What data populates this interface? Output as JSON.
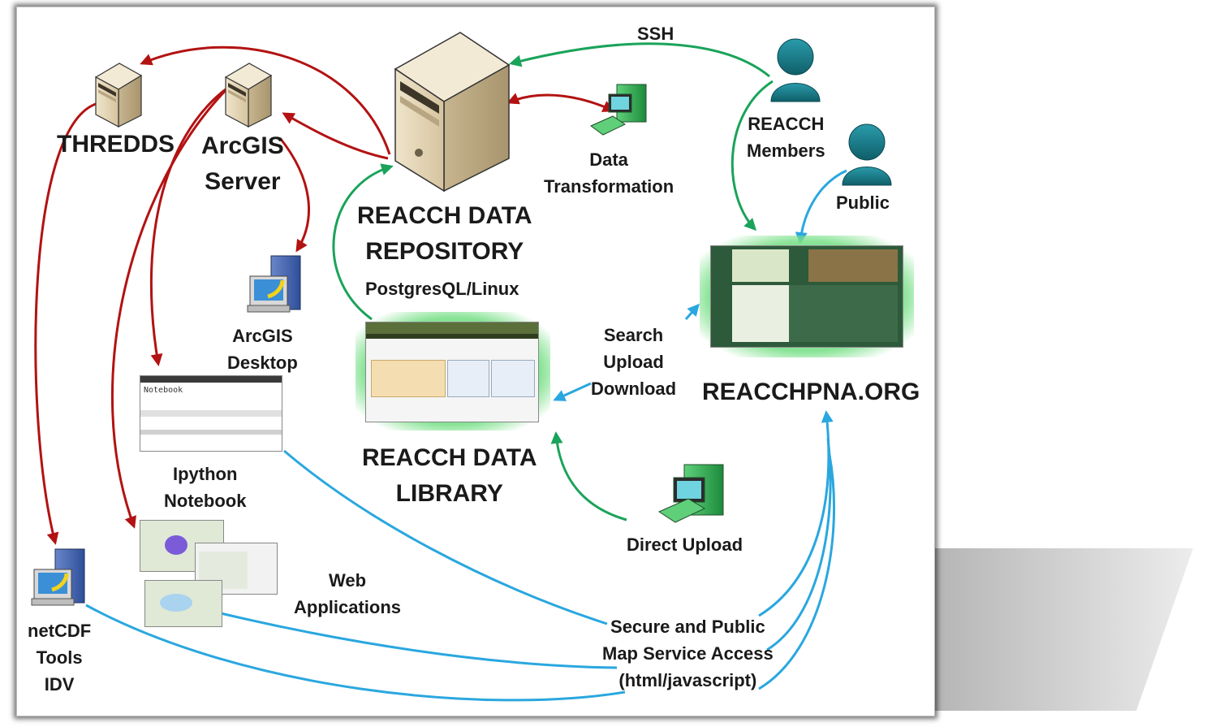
{
  "nodes": {
    "thredds": "THREDDS",
    "arcgis_server": [
      "ArcGIS",
      "Server"
    ],
    "repository": [
      "REACCH DATA",
      "REPOSITORY"
    ],
    "repository_sub": "PostgresQL/Linux",
    "data_transformation": [
      "Data",
      "Transformation"
    ],
    "reacch_members": [
      "REACCH",
      "Members"
    ],
    "public": "Public",
    "website": "REACCHPNA.ORG",
    "arcgis_desktop": [
      "ArcGIS",
      "Desktop"
    ],
    "library": [
      "REACCH DATA",
      "LIBRARY"
    ],
    "search_upload_download": [
      "Search",
      "Upload",
      "Download"
    ],
    "ipython_notebook": [
      "Ipython",
      "Notebook"
    ],
    "ipython_screen_title": "Notebook",
    "direct_upload": "Direct Upload",
    "web_applications": [
      "Web",
      "Applications"
    ],
    "netcdf_tools": [
      "netCDF",
      "Tools",
      "IDV"
    ],
    "map_service_access": [
      "Secure and Public",
      "Map Service Access",
      "(html/javascript)"
    ]
  },
  "edges": {
    "ssh": "SSH"
  },
  "colors": {
    "red_arrow": "#b31212",
    "green_arrow": "#1aa35a",
    "blue_arrow": "#2aa7df",
    "person": "#167a86",
    "server_beige": "#e9dcc0"
  }
}
